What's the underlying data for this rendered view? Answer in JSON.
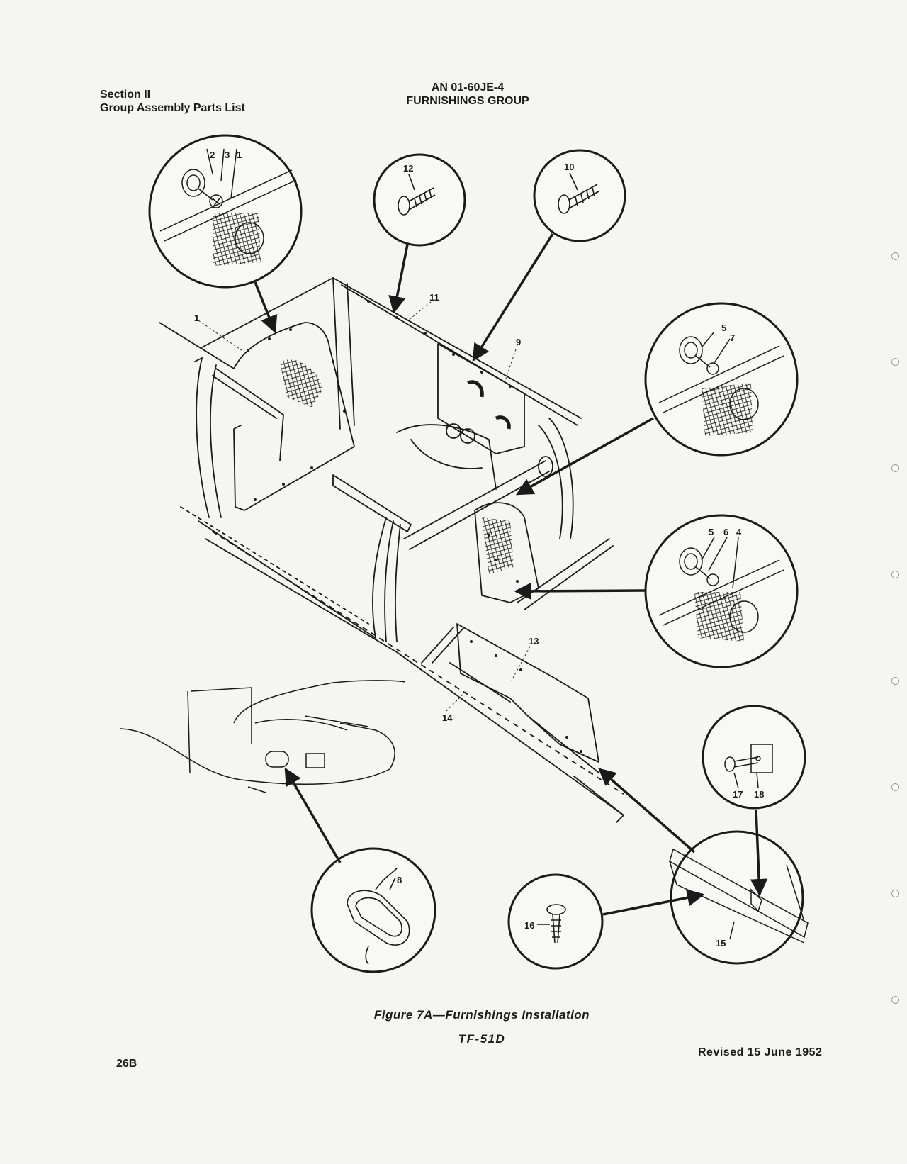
{
  "header": {
    "section_line1": "Section II",
    "section_line2": "Group Assembly Parts List",
    "doc_number": "AN 01-60JE-4",
    "group_title": "FURNISHINGS GROUP"
  },
  "figure": {
    "caption": "Figure 7A—Furnishings Installation",
    "model": "TF-51D",
    "callouts": {
      "c1": "1",
      "c2": "2",
      "c3": "3",
      "c4": "4",
      "c5": "5",
      "c6": "6",
      "c7": "7",
      "c8": "8",
      "c9": "9",
      "c10": "10",
      "c11": "11",
      "c12": "12",
      "c13": "13",
      "c14": "14",
      "c15": "15",
      "c16": "16",
      "c17": "17",
      "c18": "18"
    }
  },
  "footer": {
    "page_number": "26B",
    "revision": "Revised 15 June 1952"
  },
  "colors": {
    "ink": "#1a1a1a",
    "paper": "#f5f5f3"
  }
}
